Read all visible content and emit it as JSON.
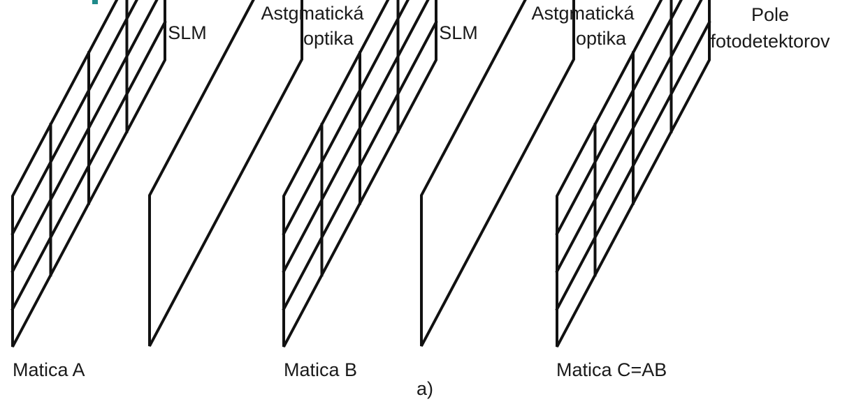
{
  "accent_color": "#1f8a8a",
  "labels": {
    "slm_1": "SLM",
    "optics_1_line1": "Astgmatická",
    "optics_1_line2": "optika",
    "slm_2": "SLM",
    "optics_2_line1": "Astgmatická",
    "optics_2_line2": "optika",
    "detector_line1": "Pole",
    "detector_line2": "fotodetektorov",
    "matrix_a": "Matica A",
    "matrix_b": "Matica B",
    "matrix_c": "Matica C=AB",
    "caption": "a)"
  },
  "panels": [
    {
      "id": "matrix-a",
      "grid": true,
      "rows": 4,
      "cols": 4
    },
    {
      "id": "optics-1",
      "grid": false
    },
    {
      "id": "matrix-b",
      "grid": true,
      "rows": 4,
      "cols": 4
    },
    {
      "id": "optics-2",
      "grid": false
    },
    {
      "id": "matrix-c",
      "grid": true,
      "rows": 4,
      "cols": 4
    }
  ]
}
